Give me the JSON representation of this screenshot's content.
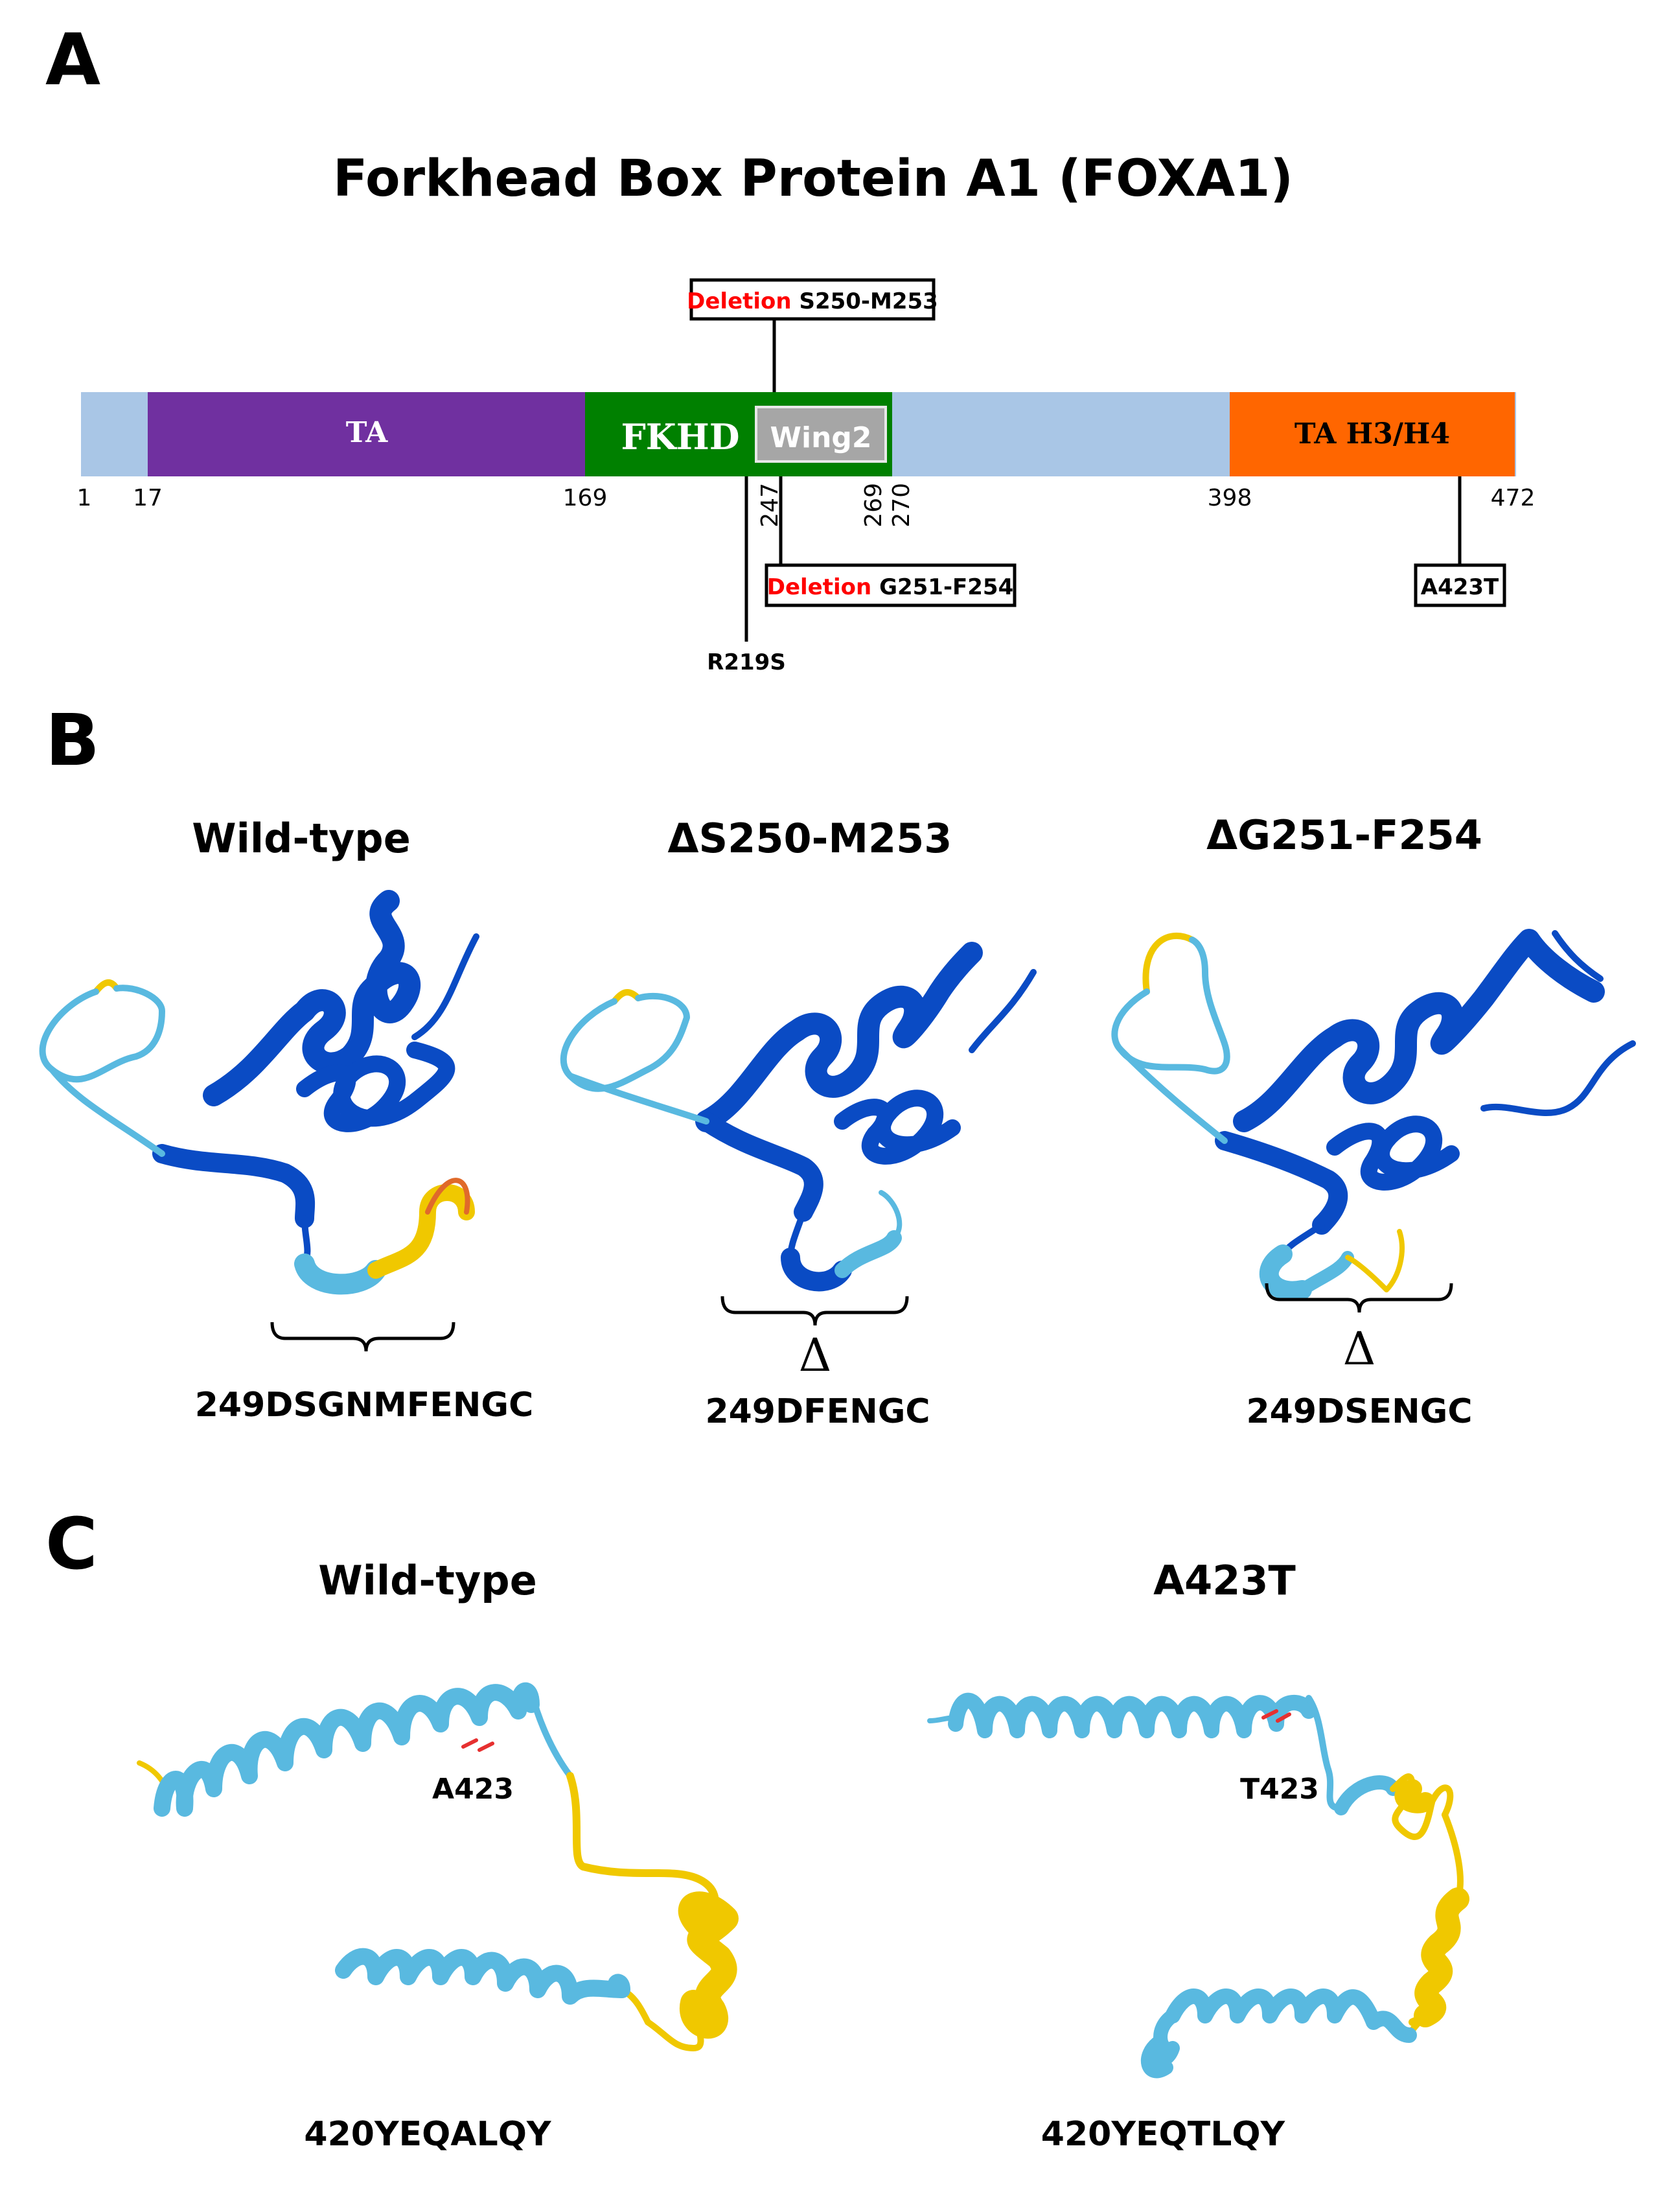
{
  "panel_a": {
    "letter": "A",
    "title": "Forkhead Box Protein A1 (FOXA1)",
    "domains": [
      {
        "name": "TA",
        "start": 17,
        "end": 169,
        "color": "#7030a0"
      },
      {
        "name": "FKHD",
        "start": 169,
        "end": 270,
        "color": "#008000"
      },
      {
        "name": "Wing2",
        "start": 247,
        "end": 269,
        "color": "#a6a6a6"
      },
      {
        "name": "TA H3/H4",
        "start": 398,
        "end": 472,
        "color": "#ff6600"
      }
    ],
    "backbone_color": "#a9c6e6",
    "positions": [
      "1",
      "17",
      "169",
      "247",
      "269",
      "270",
      "398",
      "472"
    ],
    "mutations": {
      "del1": {
        "prefix": "Deletion",
        "range": "S250-M253"
      },
      "del2": {
        "prefix": "Deletion",
        "range": "G251-F254"
      },
      "r219s": "R219S",
      "a423t": "A423T"
    },
    "deletion_color": "#ff0000"
  },
  "panel_b": {
    "letter": "B",
    "structures": [
      {
        "title": "Wild-type",
        "sequence": "249DSGNMFENGC",
        "delta": ""
      },
      {
        "title": "ΔS250-M253",
        "sequence": "249DFENGC",
        "delta": "Δ"
      },
      {
        "title": "ΔG251-F254",
        "sequence": "249DSENGC",
        "delta": "Δ"
      }
    ]
  },
  "panel_c": {
    "letter": "C",
    "structures": [
      {
        "title": "Wild-type",
        "residue": "A423",
        "sequence": "420YEQALQY"
      },
      {
        "title": "A423T",
        "residue": "T423",
        "sequence": "420YEQTLQY"
      }
    ]
  },
  "colors": {
    "dark_blue": "#0a4bc4",
    "light_blue": "#59b9e0",
    "yellow": "#f0c800",
    "orange": "#e06a2a"
  }
}
